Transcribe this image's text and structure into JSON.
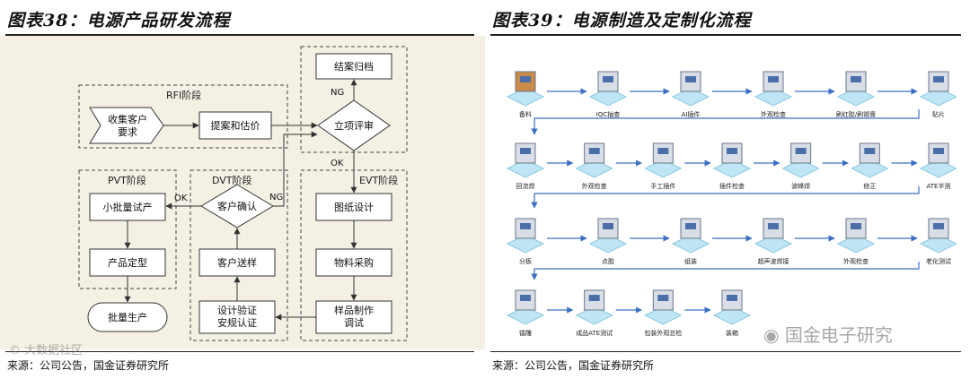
{
  "left_panel": {
    "title": "图表38：电源产品研发流程",
    "source": "来源：公司公告，国金证券研究所",
    "stages": {
      "rfi": "RFI阶段",
      "pvt": "PVT阶段",
      "dvt": "DVT阶段",
      "evt": "EVT阶段"
    },
    "nodes": {
      "collect": "收集客户\n要求",
      "proposal": "提案和估价",
      "review": "立项评审",
      "archive": "结案归档",
      "design": "图纸设计",
      "purchase": "物料采购",
      "sample": "样品制作\n调试",
      "verify": "设计验证\n安规认证",
      "send": "客户送样",
      "confirm": "客户确认",
      "small_batch": "小批量试产",
      "finalize": "产品定型",
      "mass": "批量生产"
    },
    "edge_labels": {
      "ng_top": "NG",
      "ok_review": "OK",
      "ng_confirm": "NG",
      "ok_confirm": "OK"
    }
  },
  "right_panel": {
    "title": "图表39：电源制造及定制化流程",
    "source": "来源：公司公告，国金证券研究所",
    "steps_row1": [
      "备料",
      "IQC抽查",
      "AI插件",
      "外观检查",
      "刷红胶/刷锡膏",
      "贴片"
    ],
    "steps_row2": [
      "回流焊",
      "外观检查",
      "手工插件",
      "插件检查",
      "波峰焊",
      "修正",
      "ATE半测"
    ],
    "steps_row3": [
      "分板",
      "点胶",
      "组装",
      "超声波焊接",
      "外观检查",
      "老化测试"
    ],
    "steps_row4": [
      "镭雕",
      "成品ATE测试",
      "包装外观总检",
      "装箱",
      "",
      "",
      ""
    ]
  },
  "watermarks": {
    "left": "© 大数据社区",
    "right": "国金电子研究"
  },
  "colors": {
    "flow_bg": "#f4f0e4",
    "box_stroke": "#333333",
    "arrow": "#3b6fc4",
    "platform": "#bfe6f5"
  }
}
